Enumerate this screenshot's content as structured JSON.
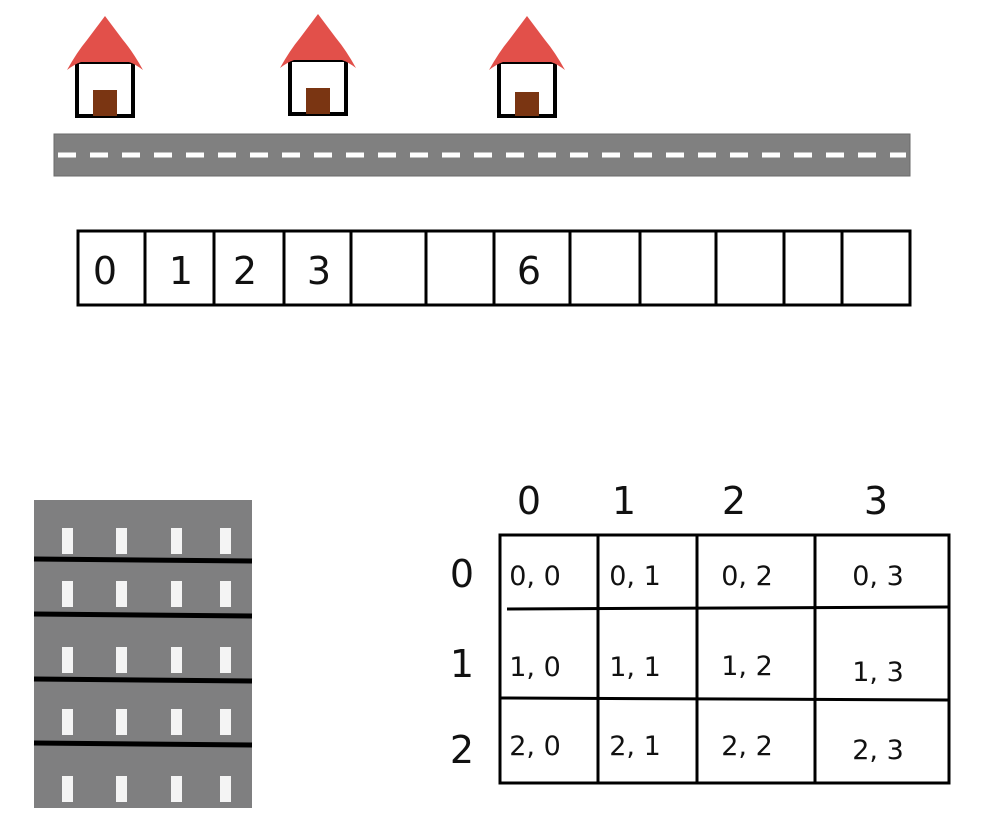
{
  "colors": {
    "roof": "#e2504a",
    "door": "#7a3512",
    "road": "#808080",
    "road_dash": "#ffffff",
    "building": "#7f7f80",
    "window": "#f4f4f4",
    "line": "#000000"
  },
  "houses": [
    {
      "icon": "house-icon"
    },
    {
      "icon": "house-icon"
    },
    {
      "icon": "house-icon"
    }
  ],
  "array_1d": {
    "cells": [
      "0",
      "1",
      "2",
      "3",
      "",
      "",
      "6",
      "",
      "",
      "",
      "",
      ""
    ]
  },
  "building": {
    "icon": "apartment-building-icon",
    "floors": 5,
    "windows_per_floor": 4
  },
  "grid_2d": {
    "col_headers": [
      "0",
      "1",
      "2",
      "3"
    ],
    "row_headers": [
      "0",
      "1",
      "2"
    ],
    "cells": [
      [
        "0, 0",
        "0, 1",
        "0, 2",
        "0, 3"
      ],
      [
        "1, 0",
        "1, 1",
        "1, 2",
        "1, 3"
      ],
      [
        "2, 0",
        "2, 1",
        "2, 2",
        "2, 3"
      ]
    ]
  }
}
